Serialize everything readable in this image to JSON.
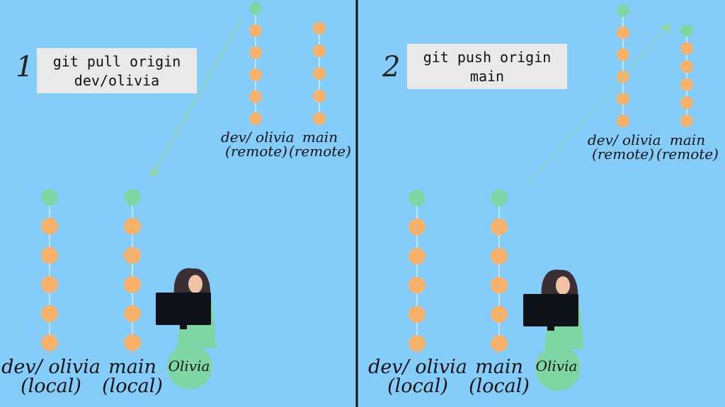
{
  "colors": {
    "background": "#84cdfb",
    "commit_orange": "#f6b26b",
    "commit_green": "#7fd6a5",
    "command_box": "#e9e9e9",
    "arrow": "#8fd6a0",
    "owner_circle": "#7fd6a5",
    "divider": "#111111"
  },
  "panels": [
    {
      "step_number": "1",
      "command": {
        "line1": "git pull origin",
        "line2": "dev/olivia"
      },
      "arrow_direction": "remote-to-local",
      "remote": {
        "dev": {
          "line1": "dev/ olivia",
          "line2": "(remote)",
          "commits": 6,
          "has_latest": true
        },
        "main": {
          "line1": "main",
          "line2": "(remote)",
          "commits": 5,
          "has_latest": false
        }
      },
      "local": {
        "dev": {
          "line1": "dev/ olivia",
          "line2": "(local)",
          "commits": 6,
          "has_latest": true
        },
        "main": {
          "line1": "main",
          "line2": "(local)",
          "commits": 6,
          "has_latest": true
        }
      },
      "owner": "Olivia"
    },
    {
      "step_number": "2",
      "command": {
        "line1": "git push origin",
        "line2": "main"
      },
      "arrow_direction": "local-to-remote",
      "remote": {
        "dev": {
          "line1": "dev/ olivia",
          "line2": "(remote)",
          "commits": 6,
          "has_latest": true
        },
        "main": {
          "line1": "main",
          "line2": "(remote)",
          "commits": 6,
          "has_latest": true
        }
      },
      "local": {
        "dev": {
          "line1": "dev/ olivia",
          "line2": "(local)",
          "commits": 6,
          "has_latest": true
        },
        "main": {
          "line1": "main",
          "line2": "(local)",
          "commits": 6,
          "has_latest": true
        }
      },
      "owner": "Olivia"
    }
  ],
  "icons": [
    "monitor-icon",
    "person-icon"
  ]
}
